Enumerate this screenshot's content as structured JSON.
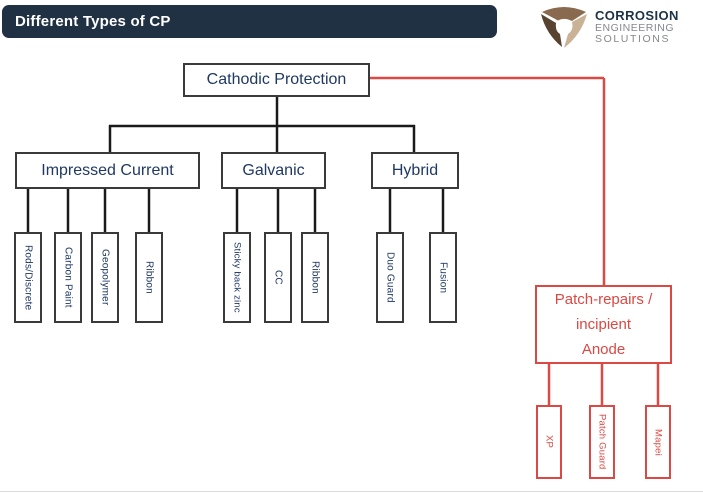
{
  "slide": {
    "title": "Different Types of CP"
  },
  "logo": {
    "line1": "CORROSION",
    "line2": "ENGINEERING",
    "line3": "SOLUTIONS"
  },
  "tree": {
    "root": "Cathodic Protection",
    "branches": [
      {
        "label": "Impressed Current",
        "children": [
          "Rods/Discrete",
          "Carbon Paint",
          "Geopolymer",
          "Ribbon"
        ]
      },
      {
        "label": "Galvanic",
        "children": [
          "Sticky back zinc",
          "CC",
          "Ribbon"
        ]
      },
      {
        "label": "Hybrid",
        "children": [
          "Duo Guard",
          "Fusion"
        ]
      }
    ],
    "highlight_branch": {
      "label_lines": [
        "Patch-repairs /",
        "incipient",
        "Anode"
      ],
      "children": [
        "XP",
        "Patch Guard",
        "Mapei"
      ]
    }
  },
  "colors": {
    "header_bg": "#213144",
    "navy_text": "#1F3864",
    "line_black": "#1A1A1A",
    "accent_red": "#DC4843",
    "logo_navy": "#1D3348",
    "logo_gray": "#85888B",
    "logo_brown_dark": "#57432F",
    "logo_brown_mid": "#8A6A4E",
    "logo_brown_light": "#C9B295"
  }
}
